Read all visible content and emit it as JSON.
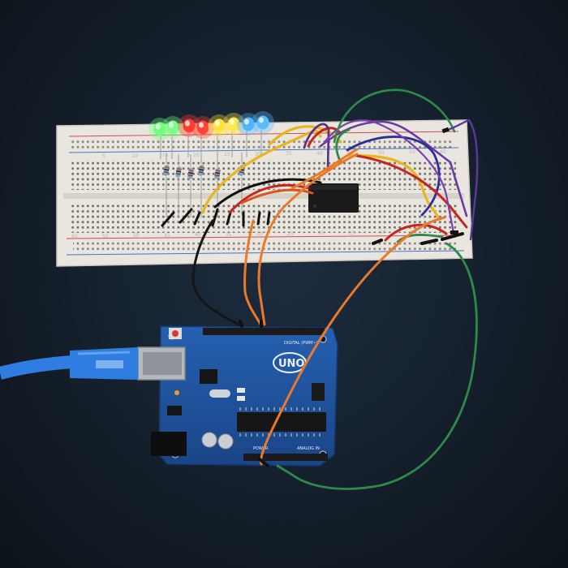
{
  "photo": {
    "subject": "arduino-breadboard-led-shift-register-circuit",
    "background_color": "#16222f"
  },
  "breadboard": {
    "column_numbers_top": [
      "5",
      "10",
      "15",
      "20",
      "25",
      "30",
      "35",
      "40",
      "45",
      "50",
      "55",
      "60"
    ],
    "column_numbers_bottom": [
      "60",
      "55",
      "50",
      "45",
      "40",
      "35",
      "30",
      "25",
      "20",
      "15",
      "10",
      "5"
    ],
    "rail_colors": {
      "red": "#d94a4a",
      "blue": "#4a72c9"
    }
  },
  "leds": [
    {
      "color": "#6dff7a"
    },
    {
      "color": "#7aff86"
    },
    {
      "color": "#ff3d33"
    },
    {
      "color": "#ff4436"
    },
    {
      "color": "#ffe23a"
    },
    {
      "color": "#ffe84a"
    },
    {
      "color": "#4fb5ff"
    },
    {
      "color": "#58bcff"
    }
  ],
  "arduino": {
    "model_text": "UNO",
    "digital_label": "DIGITAL (PWM~)",
    "power_label": "POWER",
    "analog_label": "ANALOG IN",
    "board_color": "#1f4f9a"
  },
  "usb_cable": {
    "color": "#2f7de0"
  }
}
